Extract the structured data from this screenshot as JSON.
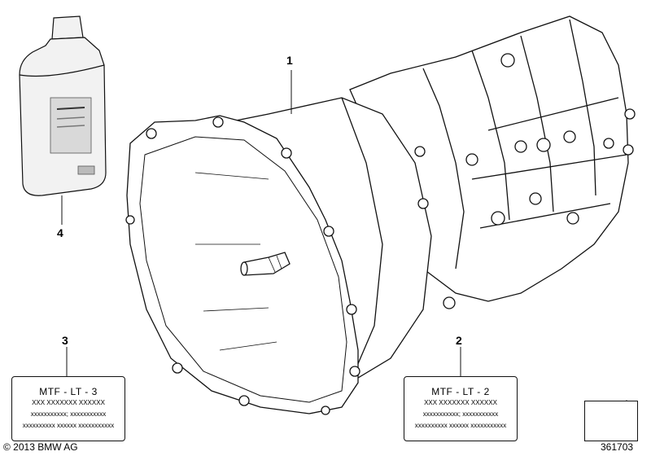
{
  "callouts": {
    "transmission": "1",
    "label_lt2": "2",
    "label_lt3": "3",
    "oil_bottle": "4"
  },
  "labels": [
    {
      "title": "MTF - LT - 3",
      "line1": "XXX XXXXXXX XXXXXX",
      "line2": "xxxxxxxxxxx; xxxxxxxxxxx",
      "line3": "xxxxxxxxxx xxxxxx xxxxxxxxxxx"
    },
    {
      "title": "MTF - LT - 2",
      "line1": "XXX XXXXXXX XXXXXX",
      "line2": "xxxxxxxxxxx; xxxxxxxxxxx",
      "line3": "xxxxxxxxxx xxxxxx xxxxxxxxxxx"
    }
  ],
  "footer": {
    "copyright": "© 2013 BMW AG",
    "figure_id": "361703"
  },
  "icons": {
    "orientation": "arrow-direction-icon"
  }
}
